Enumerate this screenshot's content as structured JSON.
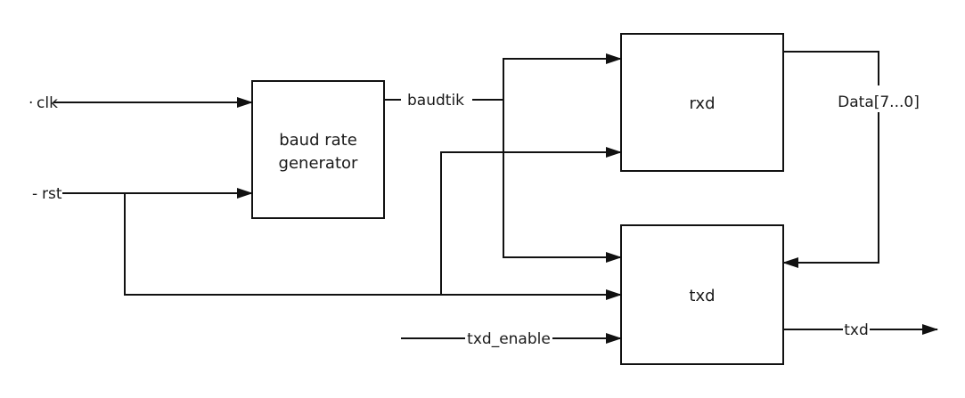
{
  "blocks": {
    "baud_line1": "baud rate",
    "baud_line2": "generator",
    "rxd": "rxd",
    "txd": "txd"
  },
  "signals": {
    "clk": "clk",
    "rst": "rst",
    "baudtik": "baudtik",
    "data": "Data[7...0]",
    "txd_enable": "txd_enable",
    "txd_out": "txd"
  },
  "colors": {
    "line": "#111111",
    "background": "#ffffff"
  }
}
